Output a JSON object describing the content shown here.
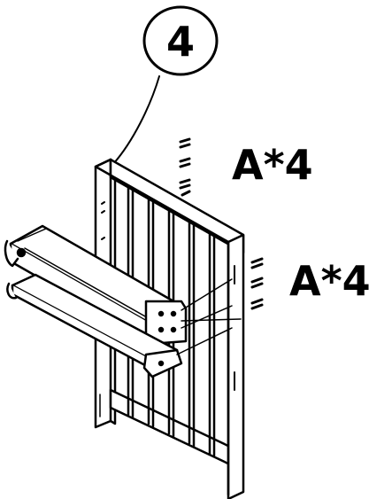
{
  "step": {
    "number": "4"
  },
  "callouts": [
    {
      "label": "A*4",
      "part": "top-screws"
    },
    {
      "label": "A*4",
      "part": "side-screws"
    }
  ],
  "colors": {
    "ink": "#000000",
    "paper": "#ffffff"
  }
}
